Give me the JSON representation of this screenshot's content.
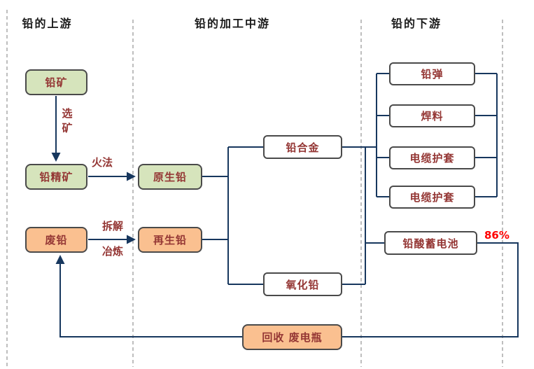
{
  "headers": {
    "upstream": "铅的上游",
    "midstream": "铅的加工中游",
    "downstream": "铅的下游"
  },
  "nodes": {
    "lead_ore": "铅矿",
    "lead_concentrate": "铅精矿",
    "scrap_lead": "废铅",
    "primary_lead": "原生铅",
    "secondary_lead": "再生铅",
    "lead_alloy": "铅合金",
    "lead_oxide": "氧化铅",
    "lead_shot": "铅弹",
    "solder": "焊料",
    "cable_sheath_1": "电缆护套",
    "cable_sheath_2": "电缆护套",
    "lead_acid_battery": "铅酸蓄电池",
    "recycle_waste_battery": "回收 废电瓶"
  },
  "edge_labels": {
    "ore_dressing": "选矿",
    "pyro_process": "火法",
    "dismantling": "拆解",
    "smelting": "冶炼",
    "battery_recycle_rate": "86%"
  },
  "edges": [
    {
      "from": "铅矿",
      "to": "铅精矿",
      "label": "选矿"
    },
    {
      "from": "铅精矿",
      "to": "原生铅",
      "label": "火法"
    },
    {
      "from": "废铅",
      "to": "再生铅",
      "label": "拆解 冶炼"
    },
    {
      "from": "原生铅",
      "to": "铅合金"
    },
    {
      "from": "原生铅",
      "to": "氧化铅"
    },
    {
      "from": "再生铅",
      "to": "铅合金"
    },
    {
      "from": "再生铅",
      "to": "氧化铅"
    },
    {
      "from": "铅合金",
      "to": "铅弹"
    },
    {
      "from": "铅合金",
      "to": "焊料"
    },
    {
      "from": "铅合金",
      "to": "电缆护套"
    },
    {
      "from": "铅合金",
      "to": "电缆护套"
    },
    {
      "from": "铅合金",
      "to": "铅酸蓄电池"
    },
    {
      "from": "氧化铅",
      "to": "铅酸蓄电池"
    },
    {
      "from": "铅酸蓄电池",
      "to": "回收 废电瓶",
      "label": "86%"
    },
    {
      "from": "回收 废电瓶",
      "to": "废铅"
    }
  ],
  "colors": {
    "green_node_fill": "#d6e4bc",
    "orange_node_fill": "#fac090",
    "node_border": "#4a4a4a",
    "connector": "#17375e",
    "node_text": "#943634",
    "header_text": "#1a1a1a",
    "rate_text": "#ff0000",
    "separator": "#a8a8a8"
  }
}
